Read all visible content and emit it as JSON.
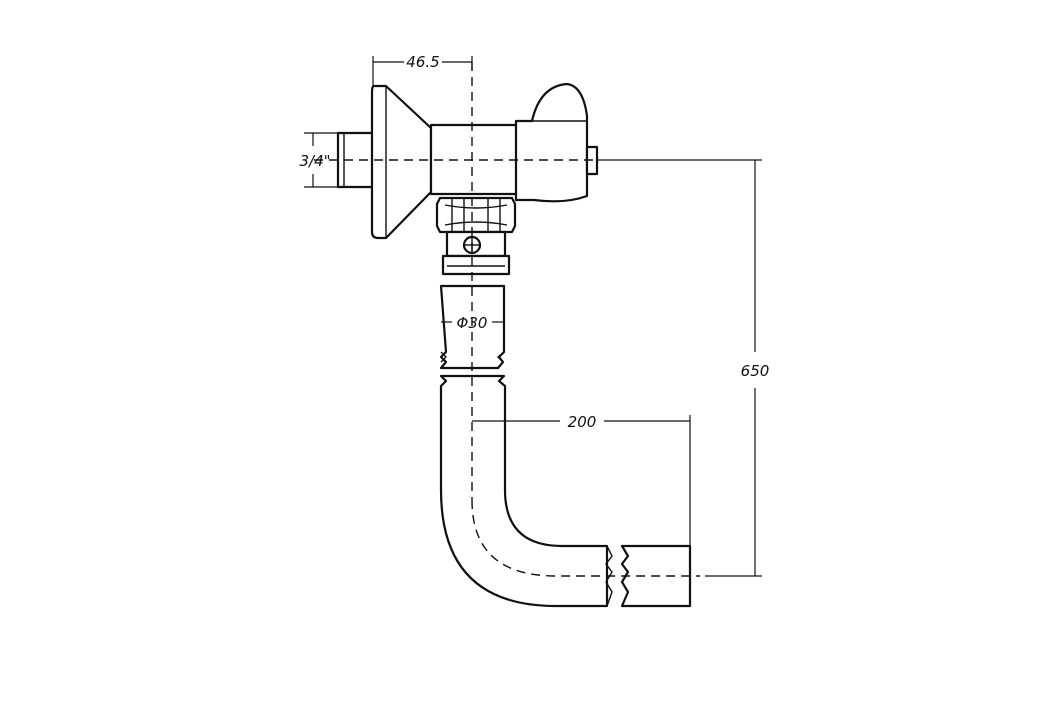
{
  "diagram": {
    "type": "technical drawing",
    "colors": {
      "ink": "#111111",
      "background": "#ffffff"
    },
    "dimensions": {
      "flange_offset": "46.5",
      "thread_size": "3/4\"",
      "pipe_diameter": "Φ30",
      "horizontal_reach": "200",
      "total_height": "650"
    }
  }
}
